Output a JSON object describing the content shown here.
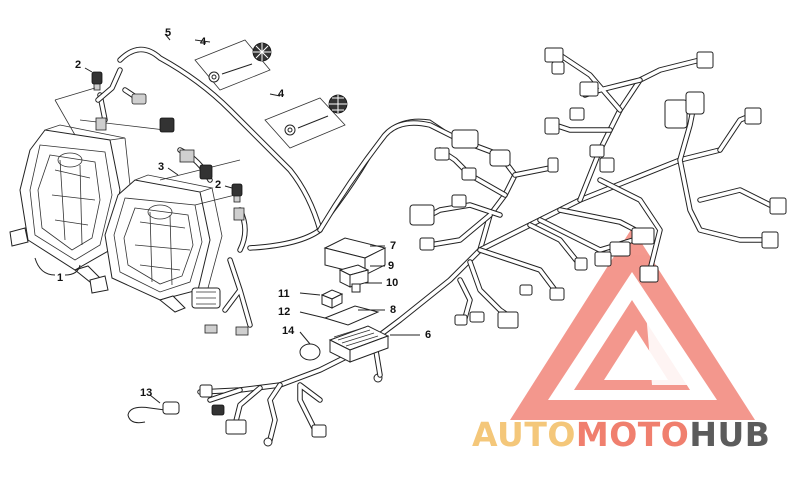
{
  "callouts": [
    {
      "id": "c1",
      "label": "1"
    },
    {
      "id": "c2a",
      "label": "2"
    },
    {
      "id": "c2b",
      "label": "2"
    },
    {
      "id": "c3",
      "label": "3"
    },
    {
      "id": "c4a",
      "label": "4"
    },
    {
      "id": "c4b",
      "label": "4"
    },
    {
      "id": "c5",
      "label": "5"
    },
    {
      "id": "c6",
      "label": "6"
    },
    {
      "id": "c7",
      "label": "7"
    },
    {
      "id": "c8",
      "label": "8"
    },
    {
      "id": "c9",
      "label": "9"
    },
    {
      "id": "c10",
      "label": "10"
    },
    {
      "id": "c11",
      "label": "11"
    },
    {
      "id": "c12",
      "label": "12"
    },
    {
      "id": "c13",
      "label": "13"
    },
    {
      "id": "c14",
      "label": "14"
    }
  ],
  "watermark": {
    "auto": "AUTO",
    "moto": "MOTO",
    "hub": "HUB",
    "colors": {
      "triangle": "#f2867a",
      "auto": "#f4c77a",
      "moto": "#f07f6e",
      "hub": "#5c5c5c"
    }
  }
}
